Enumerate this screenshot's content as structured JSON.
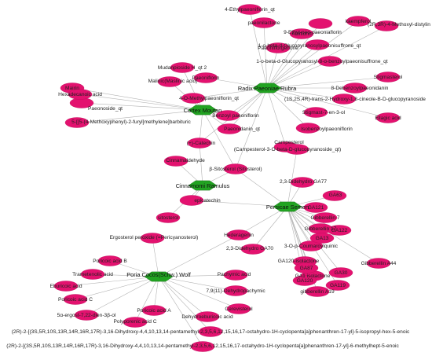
{
  "diagram": {
    "hubs": [
      {
        "id": "h_radix",
        "label": "Radix Paeoniae Rubra"
      },
      {
        "id": "h_cortex",
        "label": "Cortex Moutan"
      },
      {
        "id": "h_cinn",
        "label": "Cinnamomi Ramulus"
      },
      {
        "id": "h_persicae",
        "label": "Persicae Semen"
      },
      {
        "id": "h_poria",
        "label": "Poria Cocos(Schw.) Wolf"
      }
    ],
    "compounds": [
      {
        "id": "c_ethylpaeon",
        "label": "4-Ethylpaeoniflorin_qt"
      },
      {
        "id": "c_9ethyl",
        "label": "9-Ethyl-neo-paeoniaflorin"
      },
      {
        "id": "c_2r3r",
        "label": "(2R,3R)-4-Methoxyl-distylin"
      },
      {
        "id": "c_1oglu",
        "label": "1-o-beta-d-Glucopyranosylpaeonisuffrone_qt"
      },
      {
        "id": "c_1obenz",
        "label": "1-o-beta-d-Glucopyranosyl-8-o-benzoylpaeonisuffrone_qt"
      },
      {
        "id": "c_paeonilac",
        "label": "Paeoniflorgenone"
      },
      {
        "id": "c_8deb",
        "label": "8-Debenzoylpaeonidanin"
      },
      {
        "id": "c_1s2s",
        "label": "(1S,2S,4R)-trans-2-Hydroxy-1,8-cineole-B-D-glucopyranoside"
      },
      {
        "id": "c_stigm",
        "label": "Stigmast-7-en-3-ol"
      },
      {
        "id": "c_isobenz",
        "label": "Isobenzoylpaeoniflorin"
      },
      {
        "id": "c_mudan",
        "label": "Mudanpioside H_qt 2"
      },
      {
        "id": "c_malinic",
        "label": "Malinic(Maslinic acid)"
      },
      {
        "id": "c_4omethyl",
        "label": "4-O-Methylpaeoniflorin_qt"
      },
      {
        "id": "c_paeonoside",
        "label": "Paeonoside_qt"
      },
      {
        "id": "c_benzoylpaeon",
        "label": "Benzoyl paeoniflorin"
      },
      {
        "id": "c_paeonidan",
        "label": "Paeonidanin_qt"
      },
      {
        "id": "c_5bis",
        "label": "5-[[5-(4-Methoxyphenyl)-2-furyl]methylene]barbituric"
      },
      {
        "id": "c_campest",
        "label": "(Campesterol-3-O-beta-D-glucopyranoside_qt)"
      },
      {
        "id": "c_campesterol",
        "label": "Campesterol"
      },
      {
        "id": "c_cinnamald",
        "label": "Cinnamaldehyde"
      },
      {
        "id": "c_sitost",
        "label": "β-Sitosterol (Sitosterol)"
      },
      {
        "id": "c_epicat",
        "label": "epicatechin"
      },
      {
        "id": "c_catechin",
        "label": "(+)-Catechin"
      },
      {
        "id": "c_gibb77",
        "label": "2,3-Didehydro GA77"
      },
      {
        "id": "c_gibb70",
        "label": "2,3-Didehydro GA70"
      },
      {
        "id": "c_gibb120",
        "label": "GA120-isolactone"
      },
      {
        "id": "c_gibb1",
        "label": "GA1 isolactone"
      },
      {
        "id": "c_gibb19",
        "label": "gibberellin A19"
      },
      {
        "id": "c_gibb44",
        "label": "Gibberellin A44"
      },
      {
        "id": "c_hederagenin",
        "label": "Hederagenin"
      },
      {
        "id": "c_3oc",
        "label": "3-O-p-Coumaroylquinic"
      },
      {
        "id": "c_ergost",
        "label": "Ergosterol peroxide (=Pericyanosterol)"
      },
      {
        "id": "c_polyB",
        "label": "Poricoic acid B"
      },
      {
        "id": "c_trametenolic",
        "label": "Trametenolic acid"
      },
      {
        "id": "c_eburicoic",
        "label": "Eburicoic acid"
      },
      {
        "id": "c_polyC",
        "label": "Poricoic acid C"
      },
      {
        "id": "c_polyA",
        "label": "Poricoic acid A"
      },
      {
        "id": "c_5aerg",
        "label": "5α-ergost-7,22-dien-3β-ol"
      },
      {
        "id": "c_polyporenic",
        "label": "Polyporenic acid C"
      },
      {
        "id": "c_pachymic",
        "label": "Pachymic acid"
      },
      {
        "id": "c_7911",
        "label": "7,9(11)-Dehydropachymic"
      },
      {
        "id": "c_cerevisterol",
        "label": "Cerevisterol"
      },
      {
        "id": "c_dehydroeb",
        "label": "Dehydroeburicoic acid"
      },
      {
        "id": "c_isopropyl",
        "label": "(2R)-2-[(3S,5R,10S,13R,14R,16R,17R)-3,16-Dihydroxy-4,4,10,13,14-pentamethyl-2,3,5,6,12,15,16,17-octahydro-1H-cyclopenta[a]phenanthren-17-yl]-5-isopropyl-hex-5-enoic"
      },
      {
        "id": "c_methylhept",
        "label": "(2R)-2-[(3S,5R,10S,13R,14R,16R,17R)-3,16-Dihydroxy-4,4,10,13,14-pentamethyl-2,3,5,6,12,15,16,17-octahydro-1H-cyclopenta[a]phenanthren-17-yl]-6-methylhept-5-enoic"
      },
      {
        "id": "c_ga63",
        "label": "GA63"
      },
      {
        "id": "c_ga121",
        "label": "GA121"
      },
      {
        "id": "c_gib7",
        "label": "Gibberellin 7"
      },
      {
        "id": "c_gib17",
        "label": "Gibberellin 17"
      },
      {
        "id": "c_ga122",
        "label": "GA122"
      },
      {
        "id": "c_ga87",
        "label": "GA87"
      },
      {
        "id": "c_ga30",
        "label": "GA30"
      },
      {
        "id": "c_ga120",
        "label": "GA120"
      },
      {
        "id": "c_ga119",
        "label": "GA119"
      },
      {
        "id": "c_ga13",
        "label": "GA13"
      },
      {
        "id": "c_kaempferol",
        "label": "kaempferol"
      },
      {
        "id": "c_paeonilactone",
        "label": "paeonilactone"
      },
      {
        "id": "c_albiflorin",
        "label": "Albiflorin"
      },
      {
        "id": "c_ellagic",
        "label": "Ellagic acid"
      },
      {
        "id": "c_stigmasterol",
        "label": "Stigmasterol"
      },
      {
        "id": "c_paeoniflorgen",
        "label": "Paeoniflorin"
      },
      {
        "id": "c_mairin",
        "label": "Mairin"
      },
      {
        "id": "c_hexadecan",
        "label": "Hexadecanoic acid"
      },
      {
        "id": "c_sitost2",
        "label": "sitosterol"
      }
    ],
    "edges": [
      [
        "h_radix",
        "c_ethylpaeon"
      ],
      [
        "h_radix",
        "c_9ethyl"
      ],
      [
        "h_radix",
        "c_2r3r"
      ],
      [
        "h_radix",
        "c_1oglu"
      ],
      [
        "h_radix",
        "c_1obenz"
      ],
      [
        "h_radix",
        "c_paeonilac"
      ],
      [
        "h_radix",
        "c_8deb"
      ],
      [
        "h_radix",
        "c_1s2s"
      ],
      [
        "h_radix",
        "c_stigm"
      ],
      [
        "h_radix",
        "c_isobenz"
      ],
      [
        "h_radix",
        "c_4omethyl"
      ],
      [
        "h_radix",
        "c_benzoylpaeon"
      ],
      [
        "h_radix",
        "c_paeonidan"
      ],
      [
        "h_radix",
        "c_campest"
      ],
      [
        "h_radix",
        "c_sitost"
      ],
      [
        "h_radix",
        "c_kaempferol"
      ],
      [
        "h_radix",
        "c_paeonilactone"
      ],
      [
        "h_radix",
        "c_albiflorin"
      ],
      [
        "h_radix",
        "c_ellagic"
      ],
      [
        "h_radix",
        "c_stigmasterol"
      ],
      [
        "h_radix",
        "c_paeoniflorgen"
      ],
      [
        "h_radix",
        "c_catechin"
      ],
      [
        "h_cortex",
        "c_mudan"
      ],
      [
        "h_cortex",
        "c_malinic"
      ],
      [
        "h_cortex",
        "c_4omethyl"
      ],
      [
        "h_cortex",
        "c_paeonoside"
      ],
      [
        "h_cortex",
        "c_benzoylpaeon"
      ],
      [
        "h_cortex",
        "c_paeonidan"
      ],
      [
        "h_cortex",
        "c_5bis"
      ],
      [
        "h_cortex",
        "c_mairin"
      ],
      [
        "h_cortex",
        "c_hexadecan"
      ],
      [
        "h_cortex",
        "c_catechin"
      ],
      [
        "h_cortex",
        "c_sitost"
      ],
      [
        "h_cinn",
        "c_cinnamald"
      ],
      [
        "h_cinn",
        "c_sitost"
      ],
      [
        "h_cinn",
        "c_catechin"
      ],
      [
        "h_cinn",
        "c_epicat"
      ],
      [
        "h_cinn",
        "c_sitost2"
      ],
      [
        "h_persicae",
        "c_gibb77"
      ],
      [
        "h_persicae",
        "c_gibb70"
      ],
      [
        "h_persicae",
        "c_gibb120"
      ],
      [
        "h_persicae",
        "c_gibb1"
      ],
      [
        "h_persicae",
        "c_gibb19"
      ],
      [
        "h_persicae",
        "c_gibb44"
      ],
      [
        "h_persicae",
        "c_hederagenin"
      ],
      [
        "h_persicae",
        "c_3oc"
      ],
      [
        "h_persicae",
        "c_ga63"
      ],
      [
        "h_persicae",
        "c_ga121"
      ],
      [
        "h_persicae",
        "c_gib7"
      ],
      [
        "h_persicae",
        "c_gib17"
      ],
      [
        "h_persicae",
        "c_ga122"
      ],
      [
        "h_persicae",
        "c_ga87"
      ],
      [
        "h_persicae",
        "c_ga30"
      ],
      [
        "h_persicae",
        "c_ga120"
      ],
      [
        "h_persicae",
        "c_ga119"
      ],
      [
        "h_persicae",
        "c_ga13"
      ],
      [
        "h_persicae",
        "c_sitost"
      ],
      [
        "h_persicae",
        "c_campesterol"
      ],
      [
        "h_persicae",
        "c_epicat"
      ],
      [
        "h_poria",
        "c_ergost"
      ],
      [
        "h_poria",
        "c_polyB"
      ],
      [
        "h_poria",
        "c_trametenolic"
      ],
      [
        "h_poria",
        "c_eburicoic"
      ],
      [
        "h_poria",
        "c_polyC"
      ],
      [
        "h_poria",
        "c_polyA"
      ],
      [
        "h_poria",
        "c_5aerg"
      ],
      [
        "h_poria",
        "c_polyporenic"
      ],
      [
        "h_poria",
        "c_pachymic"
      ],
      [
        "h_poria",
        "c_7911"
      ],
      [
        "h_poria",
        "c_cerevisterol"
      ],
      [
        "h_poria",
        "c_dehydroeb"
      ],
      [
        "h_poria",
        "c_isopropyl"
      ],
      [
        "h_poria",
        "c_methylhept"
      ],
      [
        "h_poria",
        "c_hederagenin"
      ]
    ],
    "colors": {
      "compound": "#e3126f",
      "hub": "#22a322",
      "edge": "#b3b3b3"
    }
  }
}
